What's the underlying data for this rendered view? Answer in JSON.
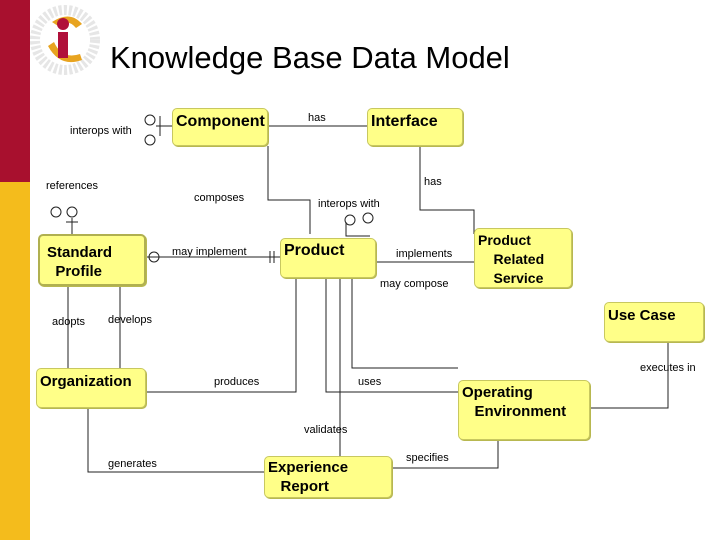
{
  "slide": {
    "title": "Knowledge Base Data Model",
    "logo_alt": "Interoperability Clearinghouse"
  },
  "colors": {
    "sidebar_top": "#a8102e",
    "sidebar_bottom": "#f4bc1c",
    "entity_fill": "#ffff88"
  },
  "entities": {
    "component": "Component",
    "interface": "Interface",
    "standard_profile": "Standard\n  Profile",
    "product": "Product",
    "product_related_service": "Product\n    Related\n    Service",
    "use_case": "Use Case",
    "organization": "Organization",
    "operating_environment": "Operating\n   Environment",
    "experience_report": "Experience\n   Report"
  },
  "relations": {
    "interops_with_component": "interops with",
    "has_component_interface": "has",
    "references": "references",
    "composes": "composes",
    "interops_with_product": "interops with",
    "has_interface_service": "has",
    "may_implement": "may implement",
    "implements": "implements",
    "may_compose": "may compose",
    "adopts": "adopts",
    "develops": "develops",
    "produces": "produces",
    "uses": "uses",
    "executes_in": "executes in",
    "validates": "validates",
    "generates": "generates",
    "specifies": "specifies"
  }
}
